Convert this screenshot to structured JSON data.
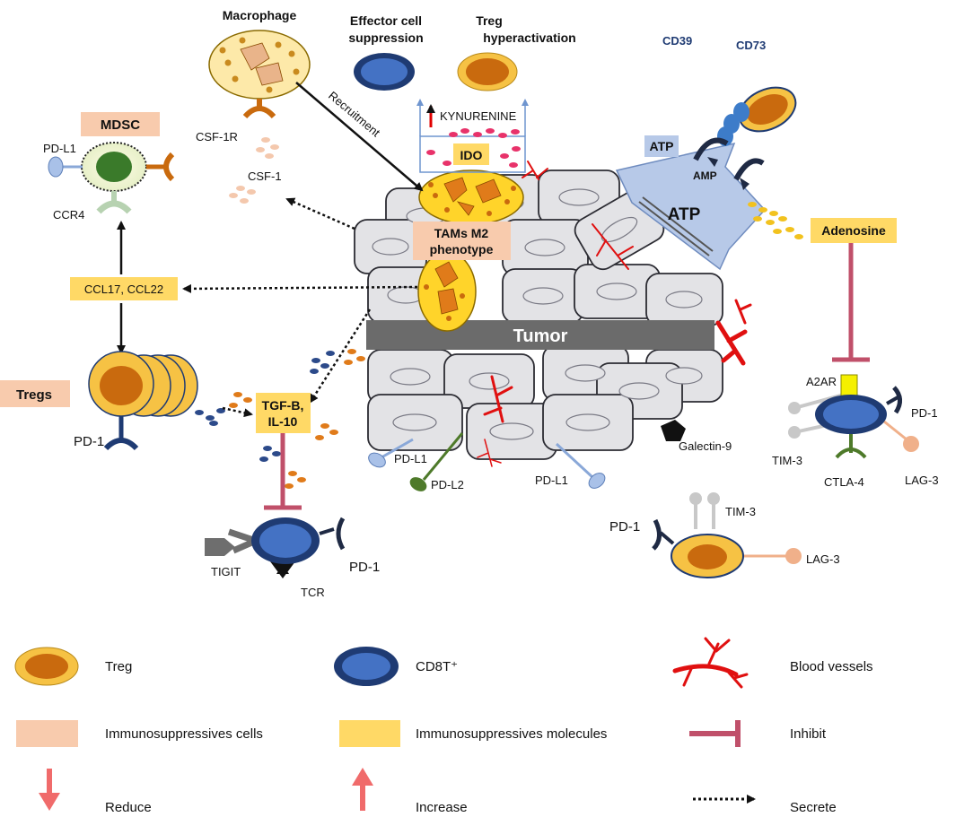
{
  "labels": {
    "macrophage": "Macrophage",
    "effector_suppression": [
      "Effector cell",
      "suppression"
    ],
    "treg_hyperactivation": [
      "Treg",
      "hyperactivation"
    ],
    "cd39": "CD39",
    "cd73": "CD73",
    "mdsc": "MDSC",
    "csf1r": "CSF-1R",
    "pdl1_mdsc": "PD-L1",
    "ccr4": "CCR4",
    "csf1": "CSF-1",
    "recruitment": "Recruitment",
    "kynurenine": "KYNURENINE",
    "ido": "IDO",
    "atp_small": "ATP",
    "amp": "AMP",
    "atp_big": "ATP",
    "adenosine": "Adenosine",
    "tams": [
      "TAMs M2",
      "phenotype"
    ],
    "ccl": "CCL17, CCL22",
    "tumor": "Tumor",
    "tregs": "Tregs",
    "pd1_treg": "PD-1",
    "tgfb": [
      "TGF-B,",
      "IL-10"
    ],
    "pdl1_a": "PD-L1",
    "pdl2": "PD-L2",
    "pdl1_b": "PD-L1",
    "galectin": "Galectin-9",
    "a2ar": "A2AR",
    "pd1_r": "PD-1",
    "tim3_r": "TIM-3",
    "ctla4": "CTLA-4",
    "lag3_r": "LAG-3",
    "pd1_cd8": "PD-1",
    "tigit": "TIGIT",
    "tcr": "TCR",
    "pd1_treg2": "PD-1",
    "tim3_treg2": "TIM-3",
    "lag3_treg2": "LAG-3"
  },
  "legend": {
    "treg": "Treg",
    "cd8": "CD8T⁺",
    "blood_vessels": "Blood vessels",
    "immunosuppressive_cells": "Immunosuppressives cells",
    "immunosuppressive_molecules": "Immunosuppressives molecules",
    "inhibit": "Inhibit",
    "reduce": "Reduce",
    "increase": "Increase",
    "secrete": "Secrete"
  },
  "colors": {
    "treg_outer": "#f6c244",
    "treg_inner": "#c96a0e",
    "cd8_outer": "#1f3b73",
    "cd8_inner": "#4472c4",
    "suppressive_cells": "#f8cbad",
    "suppressive_molecules": "#ffd966",
    "inhibit": "#c0506a",
    "reduce_increase": "#f06b6b",
    "blood_vessel": "#e01010",
    "tumor_cell": "#e3e3e6",
    "tumor_bar": "#6b6b6b"
  }
}
